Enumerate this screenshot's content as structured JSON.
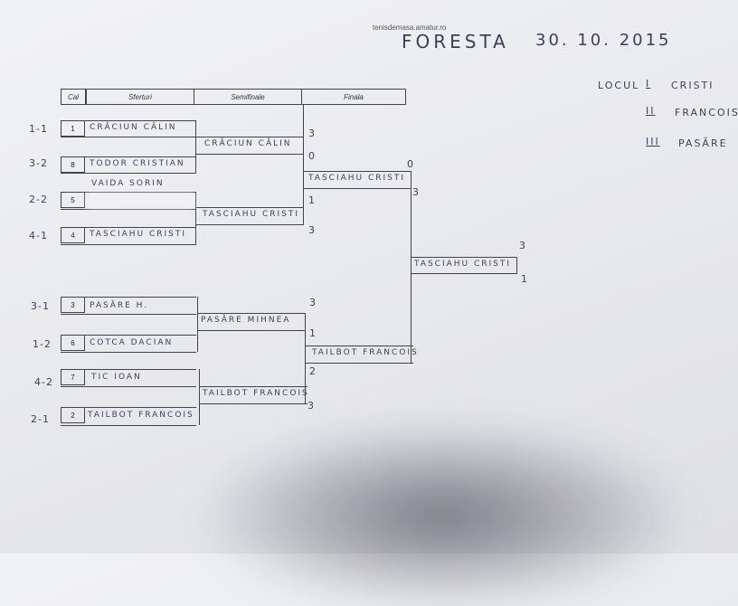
{
  "header": {
    "website": "tenisdemasa.amatur.ro",
    "title": "FORESTA",
    "date": "30. 10. 2015"
  },
  "columns": {
    "cal": "Cal",
    "sferturi": "Sferturi",
    "semifinale": "Semifinale",
    "finala": "Finala"
  },
  "sferturi": [
    {
      "group": "1-1",
      "seed": "1",
      "name": "CRĂCIUN CĂLIN"
    },
    {
      "group": "3-2",
      "seed": "8",
      "name": "TODOR CRISTIAN"
    },
    {
      "group": "2-2",
      "seed": "5",
      "name": "",
      "note": "VAIDA SORIN"
    },
    {
      "group": "4-1",
      "seed": "4",
      "name": "TASCIAHU CRISTI"
    },
    {
      "group": "3-1",
      "seed": "3",
      "name": "PASĂRE H."
    },
    {
      "group": "1-2",
      "seed": "6",
      "name": "COTCA DACIAN"
    },
    {
      "group": "4-2",
      "seed": "7",
      "name": "TIC IOAN"
    },
    {
      "group": "2-1",
      "seed": "2",
      "name": "TAILBOT FRANCOIS"
    }
  ],
  "semifinale": [
    {
      "name": "CRĂCIUN CĂLIN",
      "score_top": "3",
      "score_bottom": "0"
    },
    {
      "name": "TASCIAHU CRISTI",
      "score_top": "1",
      "score_bottom": "3"
    },
    {
      "name": "PASĂRE MIHNEA",
      "score_top": "3",
      "score_bottom": "1"
    },
    {
      "name": "TAILBOT FRANCOIS",
      "score_top": "2",
      "score_bottom": "3"
    }
  ],
  "finala": [
    {
      "name": "TASCIAHU CRISTI",
      "score_top": "0",
      "score_bottom": "3"
    },
    {
      "name": "TAILBOT FRANCOIS"
    }
  ],
  "winner": {
    "name": "TASCIAHU CRISTI",
    "score_top": "3",
    "score_bottom": "1"
  },
  "podium": {
    "label": "LOCUL",
    "places": [
      {
        "rank": "I",
        "name": "CRISTI"
      },
      {
        "rank": "II",
        "name": "FRANCOIS"
      },
      {
        "rank": "III",
        "name": "PASĂRE"
      }
    ]
  }
}
